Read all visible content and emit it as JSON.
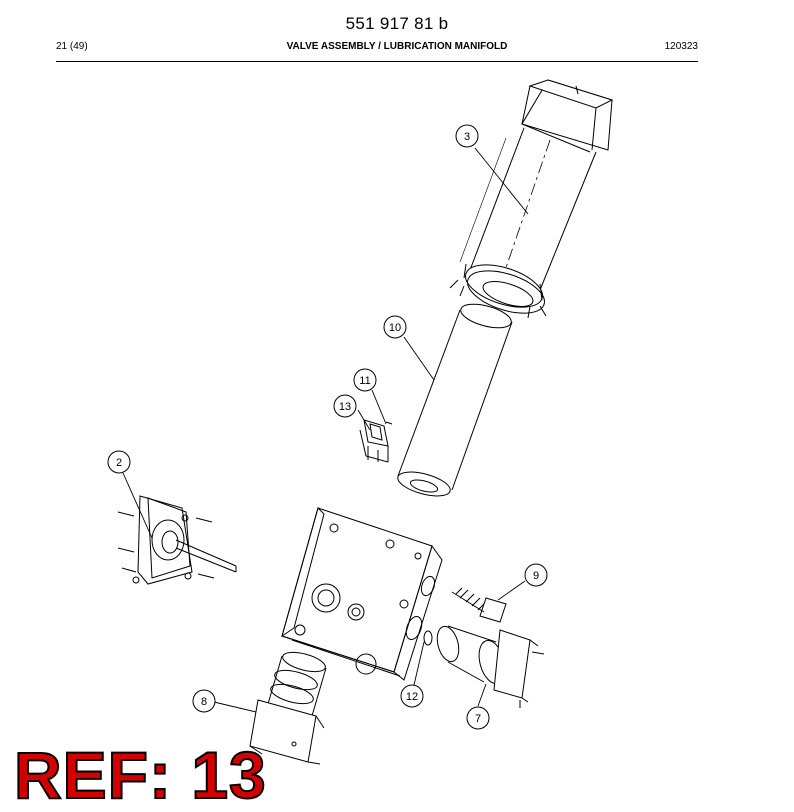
{
  "header": {
    "doc_number": "551 917 81 b",
    "page_ref": "21 (49)",
    "title": "VALVE ASSEMBLY / LUBRICATION MANIFOLD",
    "date_code": "120323"
  },
  "callouts": {
    "c3": "3",
    "c10": "10",
    "c11": "11",
    "c13": "13",
    "c2": "2",
    "c9": "9",
    "c12": "12",
    "c8": "8",
    "c7": "7"
  },
  "stamp": {
    "label": "REF: 13",
    "color": "#d40000"
  }
}
